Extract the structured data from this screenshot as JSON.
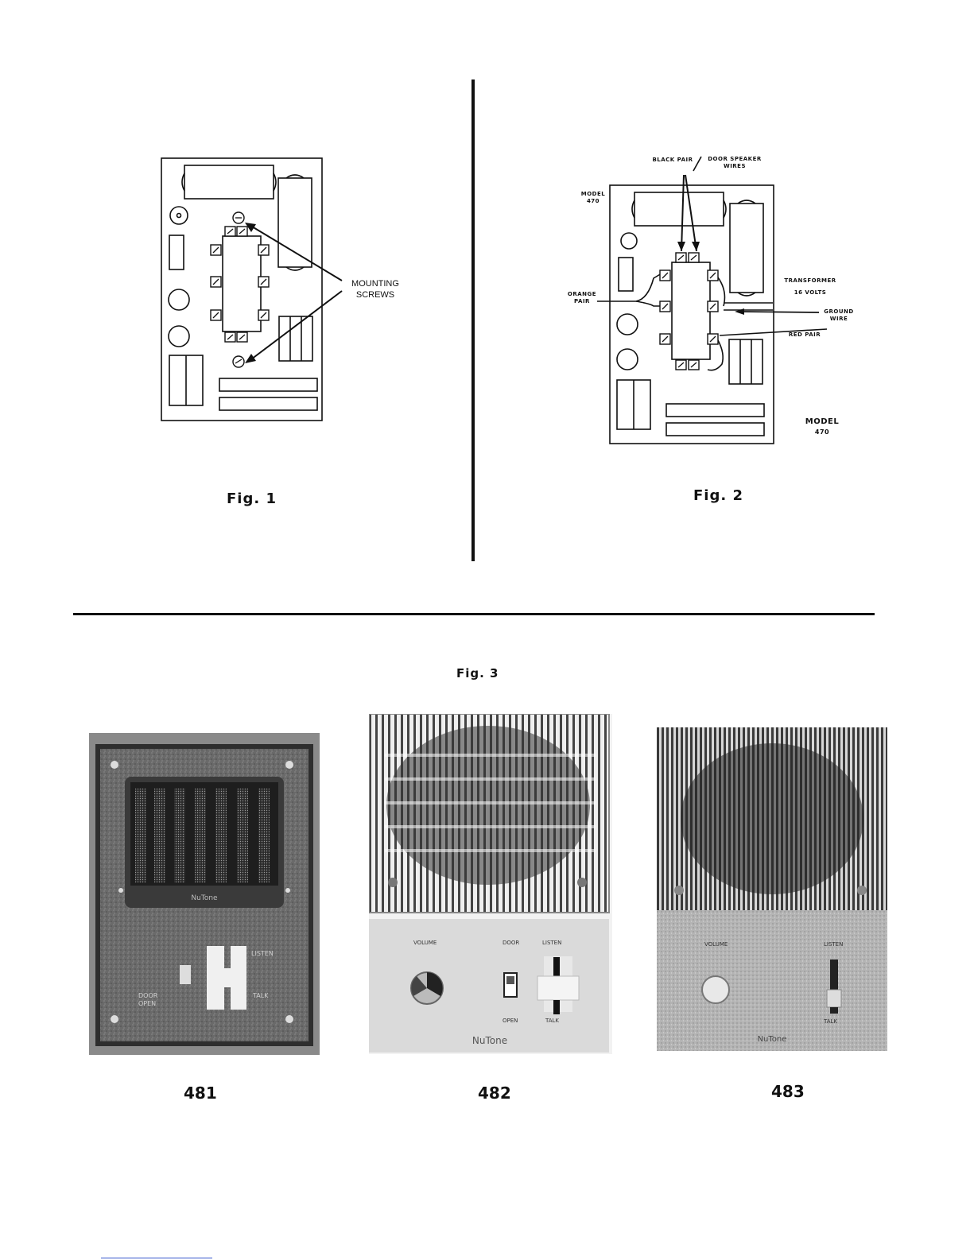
{
  "fig1": {
    "caption": "Fig. 1",
    "callout_line1": "MOUNTING",
    "callout_line2": "SCREWS"
  },
  "fig2": {
    "caption": "Fig. 2",
    "black_pair": "BLACK PAIR",
    "door_speaker_1": "DOOR SPEAKER",
    "door_speaker_2": "WIRES",
    "model_top_1": "MODEL",
    "model_top_2": "470",
    "orange_1": "ORANGE",
    "orange_2": "PAIR",
    "transformer_1": "TRANSFORMER",
    "transformer_2": "16 VOLTS",
    "ground_1": "GROUND",
    "ground_2": "WIRE",
    "red_pair": "RED PAIR",
    "model_bot_1": "MODEL",
    "model_bot_2": "470"
  },
  "fig3": {
    "caption": "Fig. 3",
    "models": [
      {
        "number": "481",
        "brand": "NuTone",
        "labels": [
          "DOOR",
          "OPEN",
          "LISTEN",
          "TALK"
        ]
      },
      {
        "number": "482",
        "brand": "NuTone",
        "labels": [
          "VOLUME",
          "DOOR",
          "LISTEN",
          "OPEN",
          "TALK"
        ]
      },
      {
        "number": "483",
        "brand": "NuTone",
        "labels": [
          "VOLUME",
          "LISTEN",
          "TALK"
        ]
      }
    ]
  }
}
